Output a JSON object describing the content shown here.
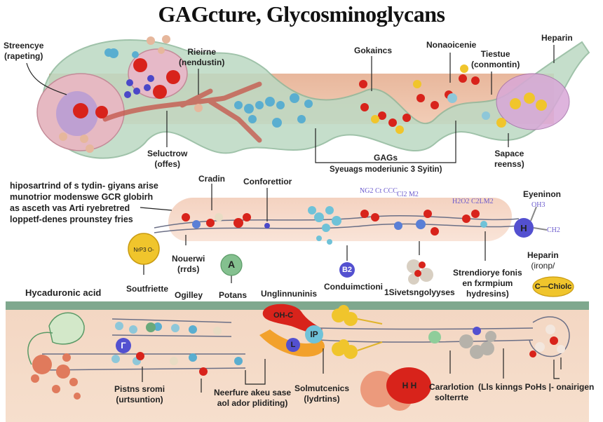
{
  "title": "GAGcture, Glycosminoglycans",
  "top_panel": {
    "labels": [
      {
        "id": "streencye",
        "line1": "Streencye",
        "line2": "(rapeting)"
      },
      {
        "id": "rieirne",
        "line1": "Rieirne",
        "line2": "(nendustin)"
      },
      {
        "id": "gokaincs",
        "line1": "Gokaincs",
        "line2": ""
      },
      {
        "id": "nonaoicenie",
        "line1": "Nonaoicenie",
        "line2": ""
      },
      {
        "id": "tiestue",
        "line1": "Tiestue",
        "line2": "(conmontin)"
      },
      {
        "id": "heparin-top",
        "line1": "Heparin",
        "line2": ""
      },
      {
        "id": "seluctrow",
        "line1": "Seluctrow",
        "line2": "(offes)"
      },
      {
        "id": "gags",
        "line1": "GAGs",
        "line2": ""
      },
      {
        "id": "sapace",
        "line1": "Sapace",
        "line2": "reenss)"
      }
    ],
    "bracket_caption": "Syeuags moderiunic 3 Syitin)"
  },
  "middle_panel": {
    "paragraph": [
      "hiposartrind of s tydin- giyans arise",
      "munotrior modenswe GCR globirh",
      "as asceth vas Arti ryebretred",
      "loppetf-denes prounstey fries"
    ],
    "labels": [
      {
        "id": "cradin",
        "line1": "Cradin",
        "line2": ""
      },
      {
        "id": "conforettior",
        "line1": "Conforettior",
        "line2": ""
      },
      {
        "id": "nouerwi",
        "line1": "Nouerwi",
        "line2": "(rrds)"
      },
      {
        "id": "soutfriette",
        "line1": "Soutfriette",
        "line2": ""
      },
      {
        "id": "ogilley",
        "line1": "Ogilley",
        "line2": ""
      },
      {
        "id": "potans",
        "line1": "Potans",
        "line2": ""
      },
      {
        "id": "unglinnuninis",
        "line1": "Unglinnuninis",
        "line2": ""
      },
      {
        "id": "conduimctioni",
        "line1": "Conduimctioni",
        "line2": ""
      },
      {
        "id": "sivetsngolyyses",
        "line1": "1Sivetsngolyyses",
        "line2": ""
      },
      {
        "id": "strendiorye",
        "line1": "Strendiorye fonis",
        "line2": "en fxrmpium",
        "line3": "hydresins)"
      },
      {
        "id": "eyeninon",
        "line1": "Eyeninon",
        "line2": ""
      },
      {
        "id": "heparin-mid",
        "line1": "Heparin",
        "line2": "(ironp/"
      },
      {
        "id": "hyaluronic",
        "line1": "Hycaduronic acid",
        "line2": ""
      }
    ],
    "chem_labels": [
      "NG2 Ct  CCC",
      "Cl2 M2",
      "H2O2  C2LM2",
      "OH3",
      "CH2"
    ],
    "badges": {
      "yellow_sphere": "NrP3 O-",
      "green_sphere": "A",
      "blue_sphere": "B2",
      "h_sphere": "H",
      "heparin_pill": "C—Chiolc"
    }
  },
  "bottom_panel": {
    "labels": [
      {
        "id": "pistns",
        "line1": "Pistns sromi",
        "line2": "(urtsuntion)"
      },
      {
        "id": "neerfure",
        "line1": "Neerfure akeu sase",
        "line2": "aol ador pliditing)"
      },
      {
        "id": "solmutcenics",
        "line1": "Solmutcenics",
        "line2": "(lydrtins)"
      },
      {
        "id": "cararlotion",
        "line1": "Cararlotion",
        "line2": "solterrte"
      },
      {
        "id": "lls-kinngs",
        "line1": "(Lls kinngs PoHs |- onairigen",
        "line2": ""
      }
    ],
    "badges": {
      "red_blob": "OH-C",
      "purple_l": "L",
      "cyan_p": "IP",
      "blue_gamma": "Γ",
      "hh_molecule": "H H"
    }
  },
  "colors": {
    "tissue": "#eab99f",
    "membrane_green": "#b9d8c0",
    "atom_red": "#d8231b",
    "atom_blue": "#5aaed0",
    "atom_yellow": "#f0c52c",
    "atom_purple": "#4b48c8",
    "band_green": "#7fa88e"
  }
}
